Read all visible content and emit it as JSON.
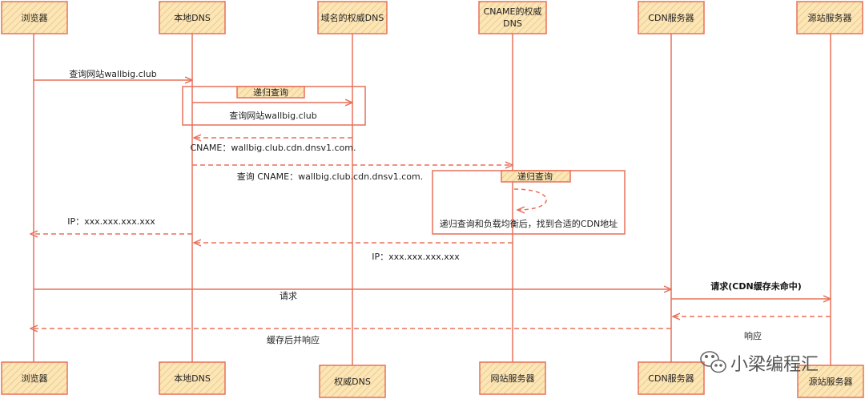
{
  "colors": {
    "stroke": "#e8705a",
    "fill": "#f7dca0",
    "text": "#222222"
  },
  "participants_top": [
    "浏览器",
    "本地DNS",
    "域名的权威DNS",
    "CNAME的权威",
    "DNS",
    "CDN服务器",
    "源站服务器"
  ],
  "participants_bottom": [
    "浏览器",
    "本地DNS",
    "权威DNS",
    "网站服务器",
    "CDN服务器",
    "源站服务器"
  ],
  "groups": {
    "recursive1": "递归查询",
    "recursive2": "递归查询"
  },
  "messages": {
    "m1": "查询网站wallbig.club",
    "m2": "查询网站wallbig.club",
    "m3": "CNAME：wallbig.club.cdn.dnsv1.com.",
    "m4": "查询 CNAME：wallbig.club.cdn.dnsv1.com.",
    "m5": "递归查询和负载均衡后，找到合适的CDN地址",
    "m6": "IP：xxx.xxx.xxx.xxx",
    "m7": "IP：xxx.xxx.xxx.xxx",
    "m8": "请求",
    "m9": "请求(CDN缓存未命中)",
    "m10": "响应",
    "m11": "缓存后并响应"
  },
  "watermark": {
    "icon": "wechat-icon",
    "text": "小梁编程汇"
  }
}
